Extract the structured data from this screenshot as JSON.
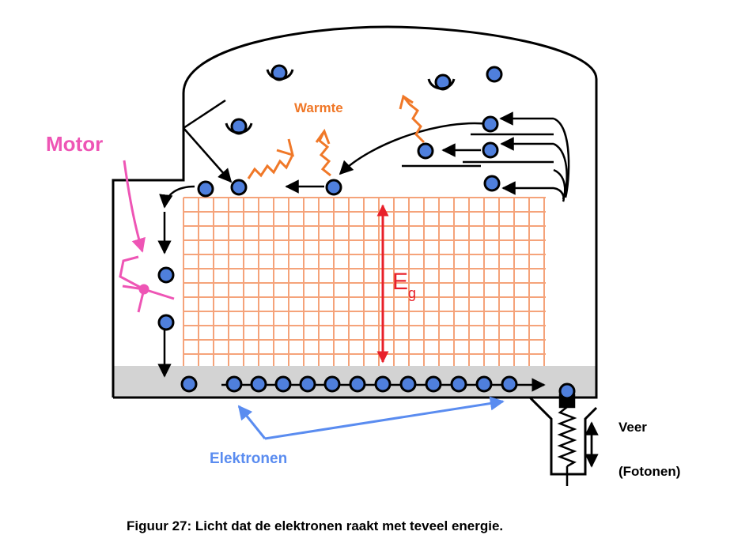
{
  "labels": {
    "motor": "Motor",
    "warmte": "Warmte",
    "eg_main": "E",
    "eg_sub": "g",
    "veer": "Veer",
    "fotonen": "(Fotonen)",
    "elektronen": "Elektronen"
  },
  "caption": "Figuur 27: Licht dat de elektronen raakt met teveel energie.",
  "colors": {
    "electron": "#4f7fdc",
    "grid": "#f5a37a",
    "eg_arrow": "#e8202a",
    "motor": "#ee55b5",
    "warmte": "#f07828",
    "elektronen": "#5a8cf0",
    "band": "#d3d3d3"
  }
}
